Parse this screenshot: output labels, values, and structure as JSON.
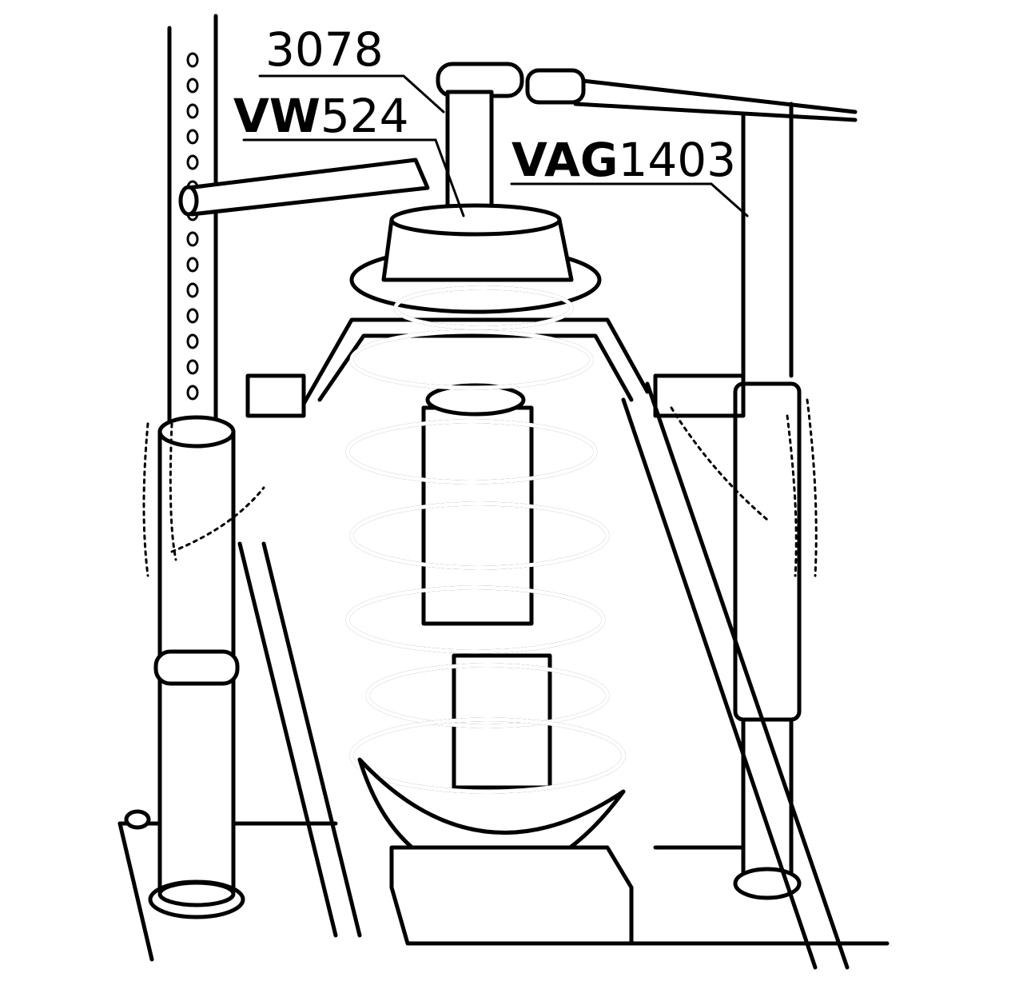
{
  "labels": {
    "tool_3078": "3078",
    "tool_vw524": {
      "prefix": "VW",
      "number": "524"
    },
    "tool_vag1403": {
      "prefix": "VAG",
      "number": "1403"
    }
  },
  "colors": {
    "line": "#000000",
    "background": "#ffffff"
  }
}
